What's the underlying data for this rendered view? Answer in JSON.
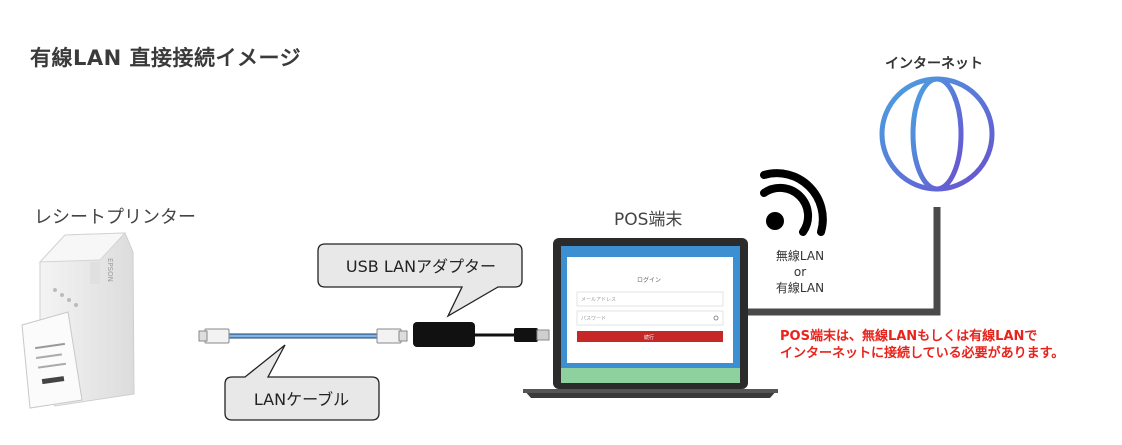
{
  "title": "有線LAN 直接接続イメージ",
  "printer": {
    "label": "レシートプリンター",
    "brand": "EPSON"
  },
  "pos": {
    "label": "POS端末",
    "screen": {
      "title": "ログイン",
      "field1": "メールアドレス",
      "field2": "パスワード",
      "button": "続行"
    }
  },
  "internet": {
    "label": "インターネット",
    "icon": "globe-icon"
  },
  "wireless": {
    "line1": "無線LAN",
    "line2": "or",
    "line3": "有線LAN",
    "icon": "wifi-icon"
  },
  "usb_adapter": {
    "label": "USB LANアダプター"
  },
  "cable": {
    "label": "LANケーブル"
  },
  "note": {
    "line1": "POS端末は、無線LANもしくは有線LANで",
    "line2": "インターネットに接続している必要があります。"
  },
  "colors": {
    "note_red": "#e8231c",
    "globe": "#5b6fd6",
    "cable_blue": "#5b9bd5",
    "screen_teal": "#3c8fd0",
    "screen_green": "#8fd19e",
    "login_button": "#c62828"
  }
}
